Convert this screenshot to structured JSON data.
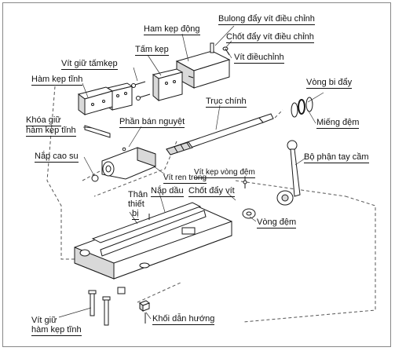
{
  "labels": {
    "ham_kep_dong": "Ham kẹp động",
    "bulong_day": "Bulong đẩy vít điều chỉnh",
    "chot_day": "Chốt đẩy vít điều chỉnh",
    "vit_dieu_chinh": "Vít điềuchỉnh",
    "tam_kep": "Tấm kẹp",
    "vit_giu_tam_kep": "Vít giữ tấmkẹp",
    "ham_kep_tinh": "Hàm kẹp tĩnh",
    "vong_bi_day": "Vòng bi đẩy",
    "truc_chinh": "Trục chính",
    "mieng_dem": "Miếng đệm",
    "khoa_giu_1": "Khóa giữ",
    "khoa_giu_2": "hàm kẹp tĩnh",
    "phan_ban_nguyet": "Phần bán nguyệt",
    "bo_phan_tay_cam": "Bộ phận tay cầm",
    "nap_cao_su": "Nắp cao su",
    "vit_ren_trong": "Vít ren trong",
    "vit_kep_vong_dem": "Vít kẹp vòng đệm",
    "than_1": "Thân",
    "than_2": "thiết",
    "than_3": "bị",
    "nap_dau": "Nắp dầu",
    "chot_day_vit": "Chốt đẩy vít",
    "vong_dem": "Vòng đệm",
    "vit_giu_1": "Vít giữ",
    "vit_giu_2": "hàm kẹp tĩnh",
    "khoi_dan_huong": "Khối dẫn hướng"
  },
  "colors": {
    "line": "#1a1a1a",
    "part_fill": "#ffffff",
    "shade": "#d9d9d9",
    "frame": "#888888"
  }
}
